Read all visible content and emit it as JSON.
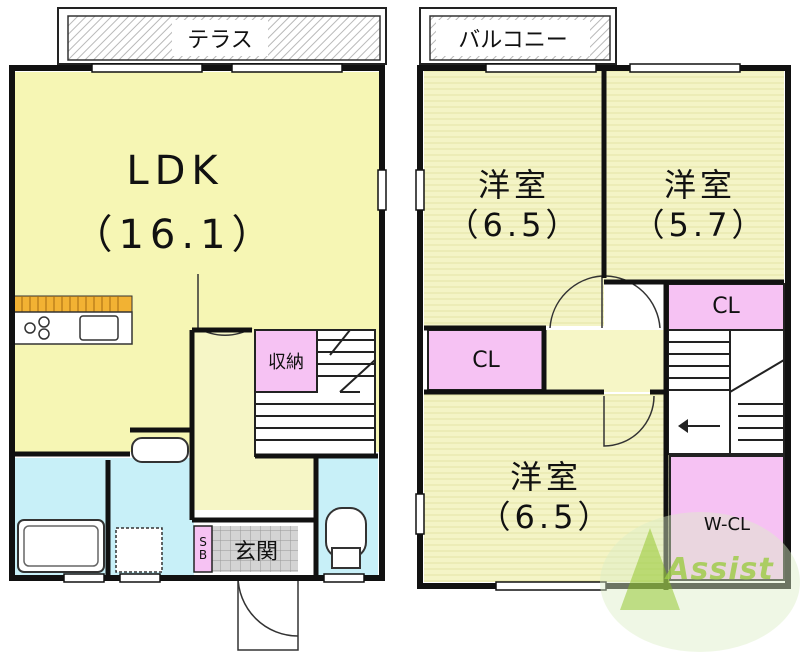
{
  "floor1": {
    "terrace": "テラス",
    "ldk_name": "LDK",
    "ldk_size": "（16.1）",
    "storage": "収納",
    "sb": "SB",
    "entrance": "玄関"
  },
  "floor2": {
    "balcony": "バルコニー",
    "room_a_name": "洋室",
    "room_a_size": "（6.5）",
    "room_b_name": "洋室",
    "room_b_size": "（5.7）",
    "room_c_name": "洋室",
    "room_c_size": "（6.5）",
    "closet_left": "CL",
    "closet_right": "CL",
    "walk_in_closet": "W-CL"
  },
  "watermark": {
    "text": "Assist"
  },
  "colors": {
    "ldk_floor": "#f6f6b4",
    "bedroom_floor": "#f4f4c6",
    "storage": "#f6c2f3",
    "wet_area": "#c8f0f8",
    "hall": "#f6f6c6",
    "entrance_tile": "#d0d0d0",
    "kitchen_counter": "#f2b233",
    "watermark": "#9ccc44",
    "wall": "#111111"
  }
}
